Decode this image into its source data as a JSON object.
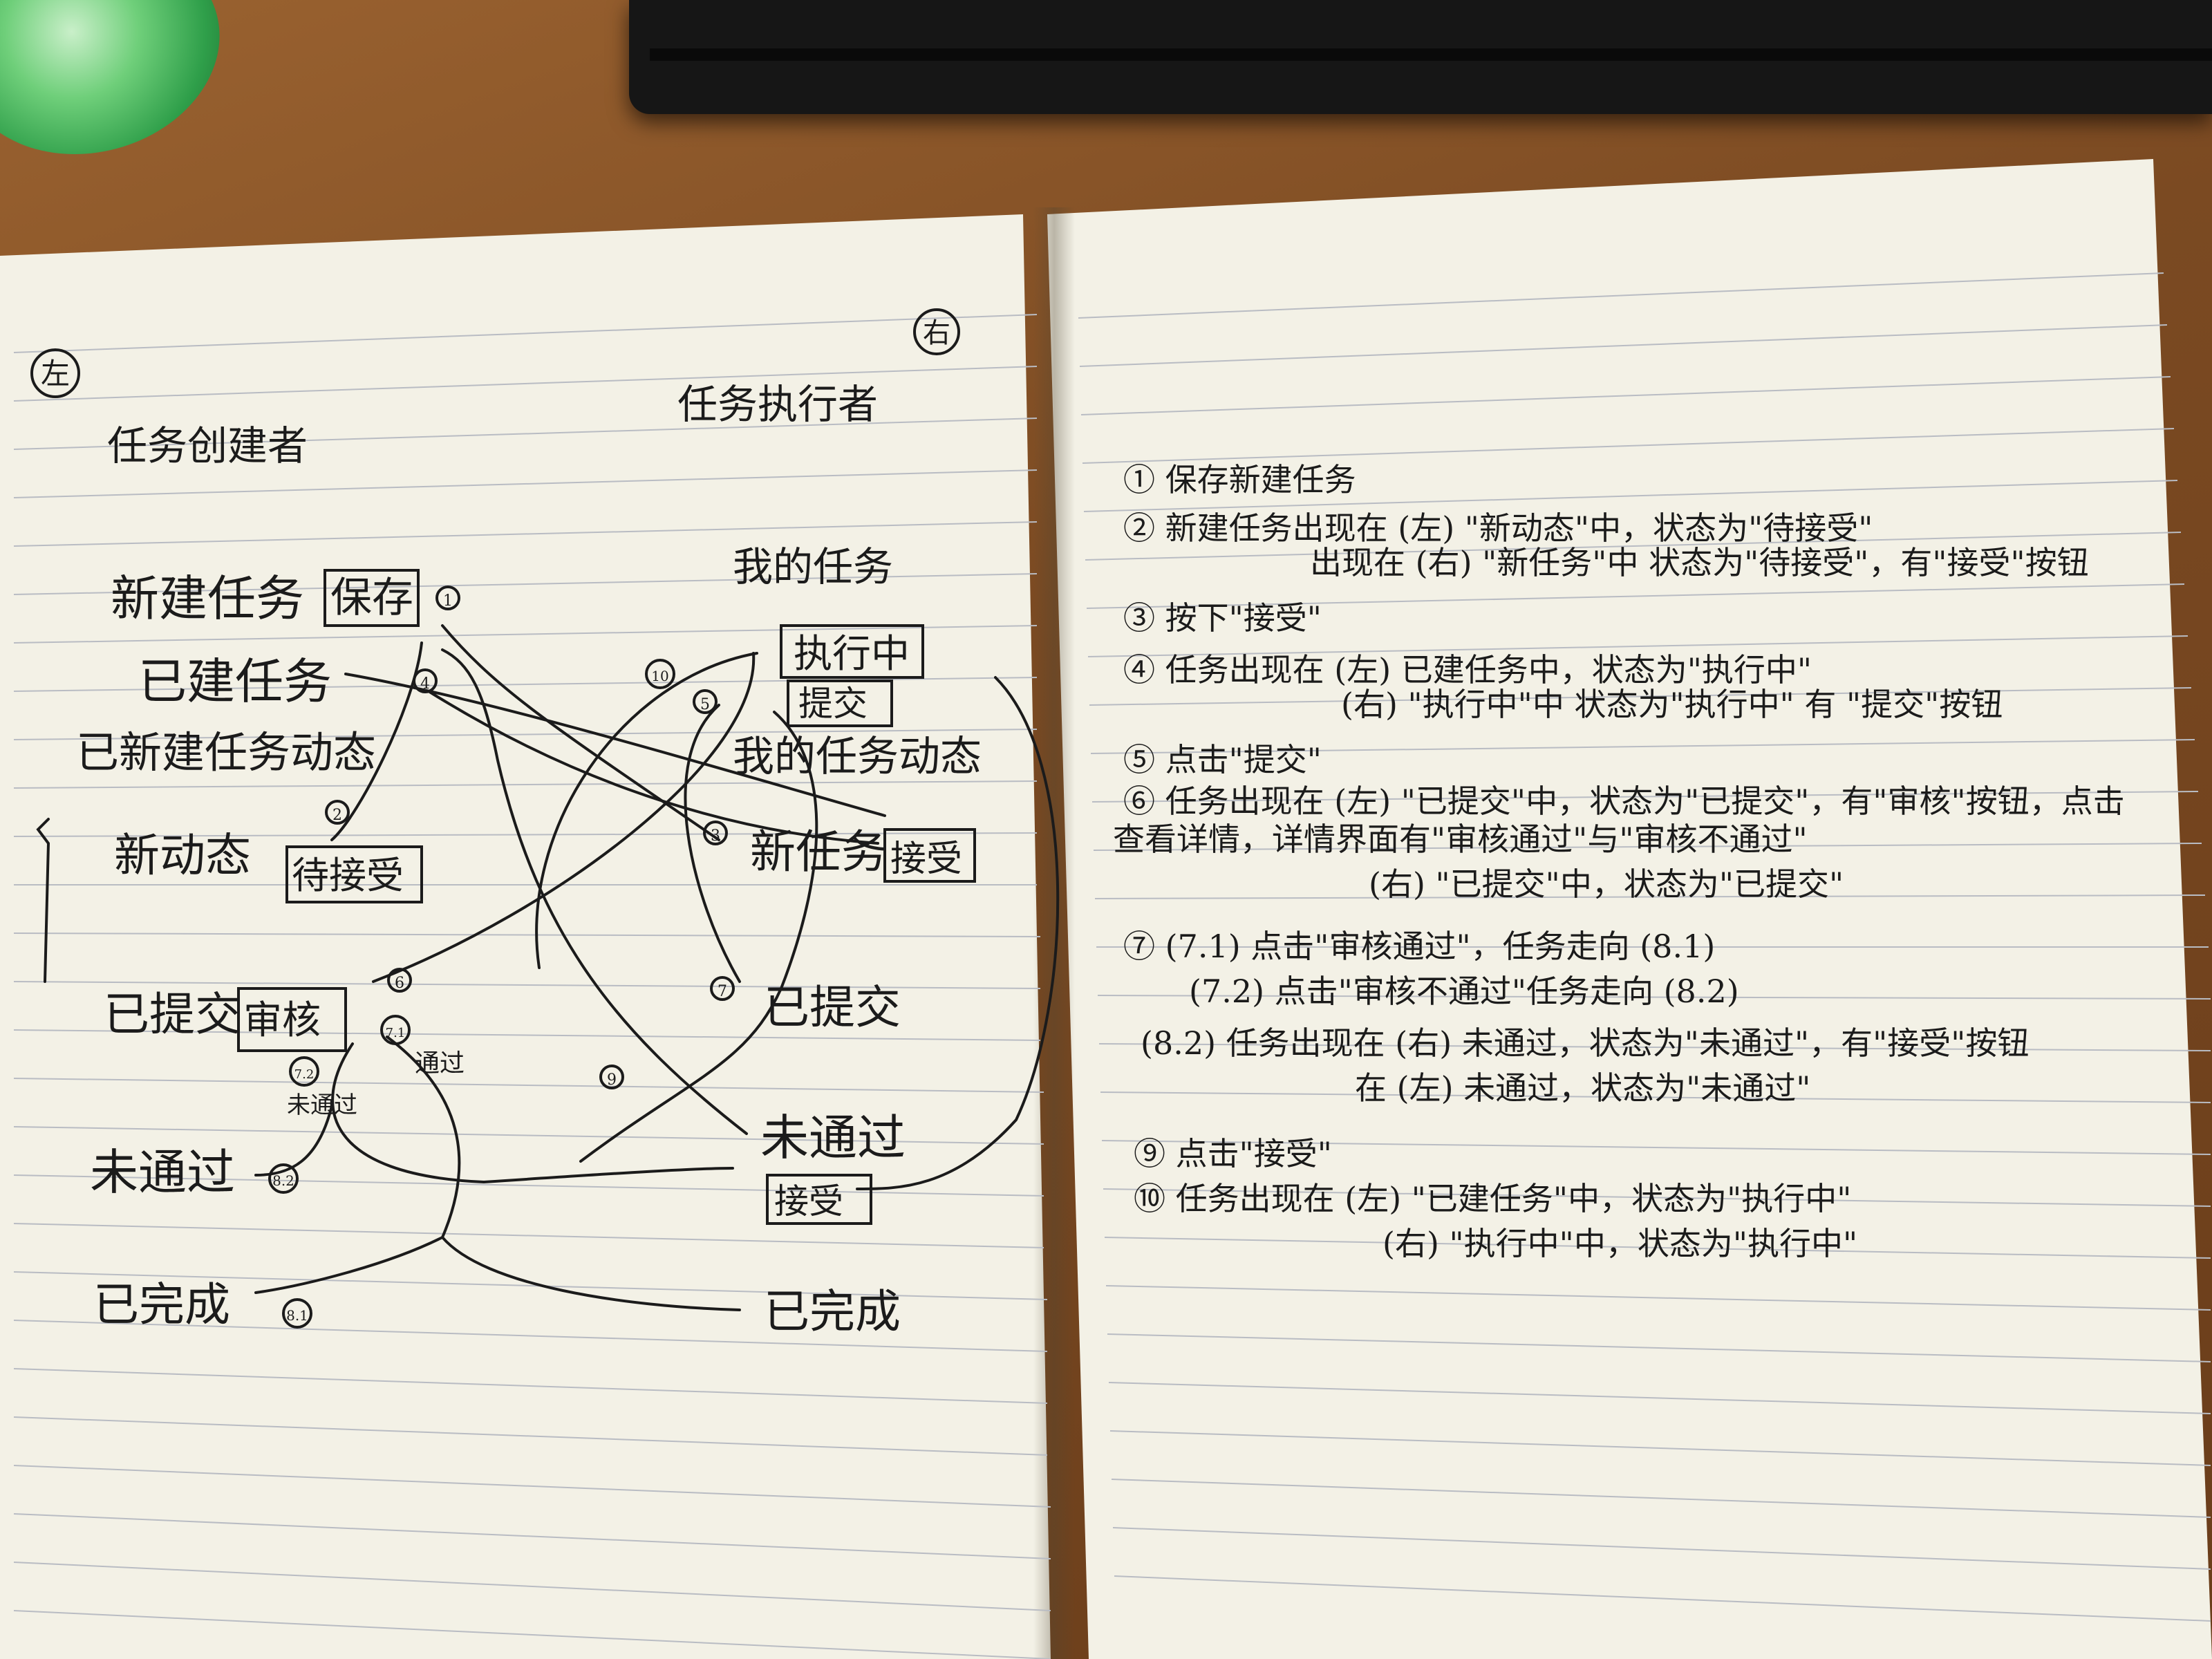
{
  "left_page": {
    "corner_mark_left": "左",
    "corner_mark_right": "右",
    "column_creator": "任务创建者",
    "column_executor": "任务执行者",
    "creator": {
      "new_task": "新建任务",
      "save_box": "保存",
      "created_tasks": "已建任务",
      "new_task_updates": "已新建任务动态",
      "new_update": "新动态",
      "pending_box": "待接受",
      "submitted": "已提交",
      "review_box": "审核",
      "failed": "未通过",
      "completed": "已完成",
      "pass_label": "通过",
      "fail_label": "未通过"
    },
    "executor": {
      "my_tasks": "我的任务",
      "in_progress_box": "执行中",
      "submit_box": "提交",
      "my_task_updates": "我的任务动态",
      "new_task": "新任务",
      "accept_box": "接受",
      "submitted": "已提交",
      "failed": "未通过",
      "accept_box_2": "接受",
      "completed": "已完成"
    },
    "step_markers": [
      "1",
      "2",
      "3",
      "4",
      "5",
      "6",
      "7",
      "8.1",
      "8.2",
      "9",
      "10",
      "7.1",
      "7.2"
    ]
  },
  "right_page": {
    "lines": [
      "① 保存新建任务",
      "② 新建任务出现在 (左) \"新动态\"中，状态为\"待接受\"",
      "出现在 (右) \"新任务\"中  状态为\"待接受\"，有\"接受\"按钮",
      "③ 按下\"接受\"",
      "④ 任务出现在 (左) 已建任务中，状态为\"执行中\"",
      "(右) \"执行中\"中  状态为\"执行中\"  有 \"提交\"按钮",
      "⑤ 点击\"提交\"",
      "⑥ 任务出现在 (左) \"已提交\"中，状态为\"已提交\"，有\"审核\"按钮，点击",
      "查看详情，详情界面有\"审核通过\"与\"审核不通过\"",
      "(右) \"已提交\"中，状态为\"已提交\"",
      "⑦ (7.1) 点击\"审核通过\"，任务走向 (8.1)",
      "(7.2) 点击\"审核不通过\"任务走向 (8.2)",
      "(8.2) 任务出现在 (右) 未通过，状态为\"未通过\"，有\"接受\"按钮",
      "在 (左) 未通过，状态为\"未通过\"",
      "⑨ 点击\"接受\"",
      "⑩ 任务出现在 (左) \"已建任务\"中，状态为\"执行中\"",
      "(右) \"执行中\"中，状态为\"执行中\""
    ]
  }
}
